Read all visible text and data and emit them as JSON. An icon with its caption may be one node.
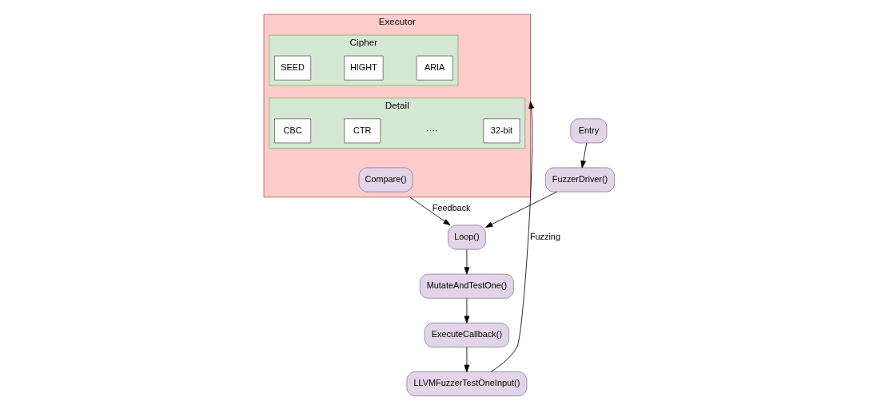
{
  "diagram": {
    "nodes": [
      {
        "text": [
          "Executor"
        ]
      },
      {
        "text": [
          "Cipher"
        ],
        "in": 0
      },
      {
        "text": [
          "SEED"
        ],
        "in": 1
      },
      {
        "text": [
          "HIGHT"
        ],
        "in": 1
      },
      {
        "text": [
          "ARIA"
        ],
        "in": 1
      },
      {
        "text": [
          "Detail"
        ],
        "in": 0
      },
      {
        "text": [
          "CBC"
        ],
        "in": 5
      },
      {
        "text": [
          "CTR"
        ],
        "in": 5
      },
      {
        "text": [
          "32-bit"
        ],
        "in": 5
      },
      {
        "text": [
          "Compare()"
        ],
        "in": 0
      },
      {
        "text": [
          "LLVMFuzzerTestOneInput()"
        ]
      },
      {
        "text": [
          "ExecuteCallback()"
        ]
      },
      {
        "text": [
          "MutateAndTestOne()"
        ]
      },
      {
        "text": [
          "Loop()"
        ]
      },
      {
        "text": [
          "Entry"
        ]
      },
      {
        "text": [
          "FuzzerDriver()"
        ]
      }
    ],
    "edges": [
      {
        "from": 10,
        "to": 0,
        "arrow": "to",
        "label": "Fuzzing"
      },
      {
        "from": 0,
        "to": 13,
        "arrow": "to",
        "label": "Feedback"
      },
      {
        "from": 13,
        "to": 12,
        "arrow": "to"
      },
      {
        "from": 12,
        "to": 11,
        "arrow": "to"
      },
      {
        "from": 11,
        "to": 10,
        "arrow": "to"
      },
      {
        "from": 14,
        "to": 15,
        "arrow": "to"
      },
      {
        "from": 15,
        "to": 13,
        "arrow": "to"
      }
    ],
    "labels": [
      "····"
    ]
  }
}
